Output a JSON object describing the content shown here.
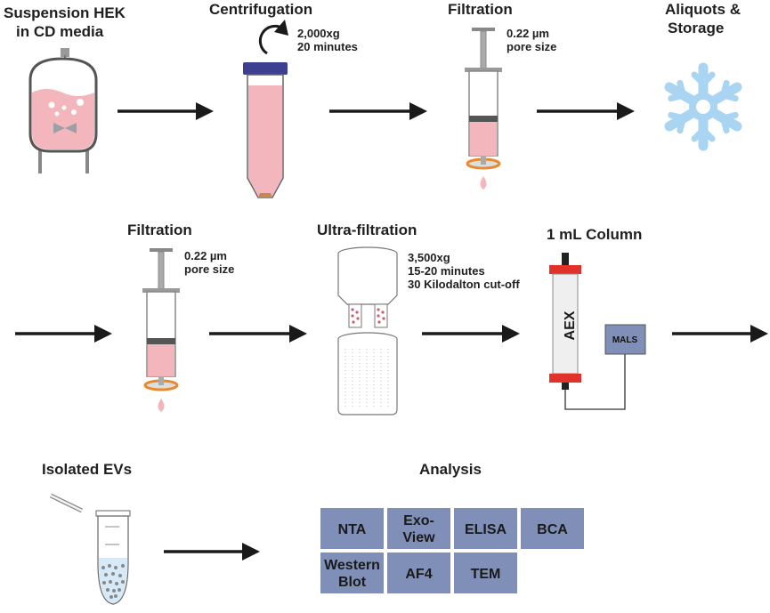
{
  "steps": {
    "suspension": {
      "line1": "Suspension HEK",
      "line2": "in CD media"
    },
    "centrifugation": {
      "title": "Centrifugation",
      "note1": "2,000xg",
      "note2": "20 minutes"
    },
    "filtration1": {
      "title": "Filtration",
      "note1": "0.22 µm",
      "note2": "pore size"
    },
    "storage": {
      "line1": "Aliquots &",
      "line2": "Storage"
    },
    "filtration2": {
      "title": "Filtration",
      "note1": "0.22 µm",
      "note2": "pore size"
    },
    "ultrafiltration": {
      "title": "Ultra-filtration",
      "note1": "3,500xg",
      "note2": "15-20 minutes",
      "note3": "30 Kilodalton cut-off"
    },
    "column": {
      "title": "1 mL Column",
      "column_label": "AEX",
      "detector_label": "MALS"
    },
    "isolated": {
      "title": "Isolated EVs"
    },
    "analysis": {
      "title": "Analysis"
    }
  },
  "analysis_methods": [
    {
      "line1": "NTA",
      "line2": ""
    },
    {
      "line1": "Exo-",
      "line2": "View"
    },
    {
      "line1": "ELISA",
      "line2": ""
    },
    {
      "line1": "BCA",
      "line2": ""
    },
    {
      "line1": "Western",
      "line2": "Blot"
    },
    {
      "line1": "AF4",
      "line2": ""
    },
    {
      "line1": "TEM",
      "line2": ""
    }
  ],
  "colors": {
    "media_pink": "#f4b6bd",
    "cap_blue": "#3d3f8f",
    "snowflake": "#a9d4f2",
    "analysis_box": "#7f8fb8",
    "column_red": "#e0322b",
    "filter_orange": "#e68a2e"
  }
}
